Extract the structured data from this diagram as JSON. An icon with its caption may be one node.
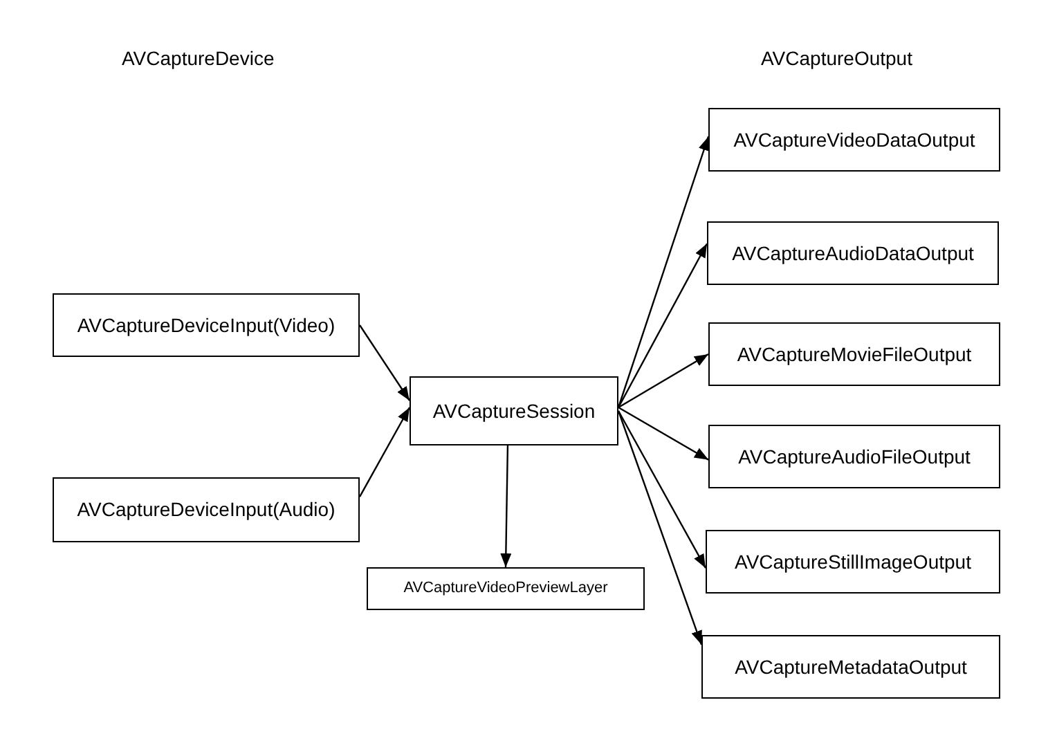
{
  "diagram": {
    "nodes": [
      {
        "text": [
          "AVCaptureDeviceInput(Video)"
        ]
      },
      {
        "text": [
          "AVCaptureDeviceInput(Audio)"
        ]
      },
      {
        "text": [
          "AVCaptureSession"
        ]
      },
      {
        "text": [
          "AVCaptureVideoPreviewLayer"
        ]
      },
      {
        "text": [
          "AVCaptureVideoDataOutput"
        ]
      },
      {
        "text": [
          "AVCaptureAudioDataOutput"
        ]
      },
      {
        "text": [
          "AVCaptureMovieFileOutput"
        ]
      },
      {
        "text": [
          "AVCaptureAudioFileOutput"
        ]
      },
      {
        "text": [
          "AVCaptureStillImageOutput"
        ]
      },
      {
        "text": [
          "AVCaptureMetadataOutput"
        ]
      }
    ],
    "edges": [
      {
        "from": 0,
        "to": 2,
        "arrow": "to"
      },
      {
        "from": 1,
        "to": 2,
        "arrow": "to"
      },
      {
        "from": 2,
        "to": 3,
        "arrow": "to"
      },
      {
        "from": 2,
        "to": 4,
        "arrow": "to"
      },
      {
        "from": 2,
        "to": 5,
        "arrow": "to"
      },
      {
        "from": 2,
        "to": 6,
        "arrow": "to"
      },
      {
        "from": 2,
        "to": 7,
        "arrow": "to"
      },
      {
        "from": 2,
        "to": 8,
        "arrow": "to"
      },
      {
        "from": 2,
        "to": 9,
        "arrow": "to"
      }
    ],
    "labels": [
      "AVCaptureDevice",
      "AVCaptureOutput"
    ]
  }
}
